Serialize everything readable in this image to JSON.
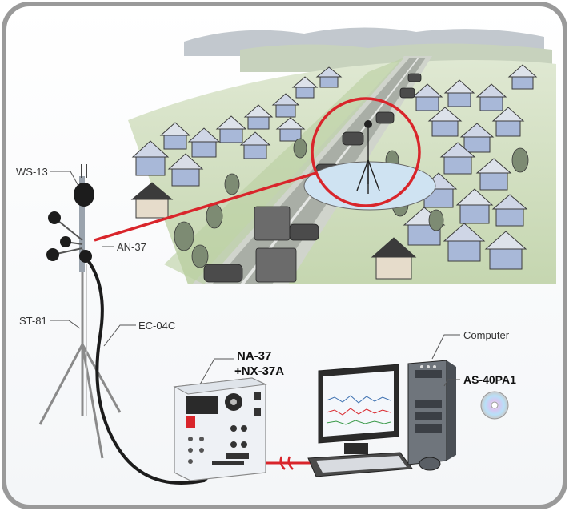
{
  "labels": {
    "ws13": "WS-13",
    "an37": "AN-37",
    "st81": "ST-81",
    "ec04c": "EC-04C",
    "na37": "NA-37",
    "nx37a": "+NX-37A",
    "computer": "Computer",
    "as40pa1": "AS-40PA1"
  },
  "colors": {
    "frame": "#9a9a9a",
    "highlight_red": "#d9252b",
    "landscape_green": "#c9d8b4",
    "road_gray": "#8c8c8c",
    "house_blue": "#a8b8d8",
    "measure_disc": "#cfe3f2"
  }
}
